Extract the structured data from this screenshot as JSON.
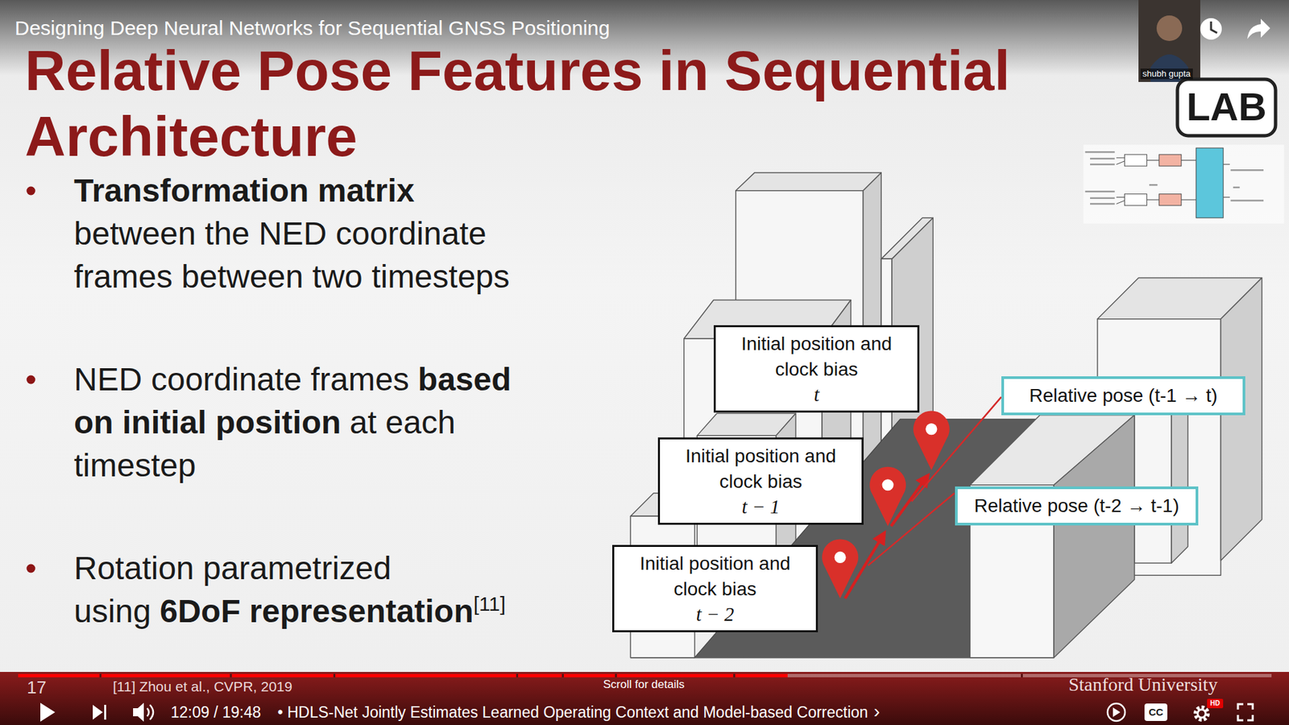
{
  "diagram": {
    "title": "Relative Pose Features in Sequential Architecture",
    "nodes": [
      {
        "text": [
          "Initial position and clock bias",
          "t"
        ]
      },
      {
        "text": [
          "Initial position and clock bias",
          "t − 1"
        ]
      },
      {
        "text": [
          "Initial position and clock bias",
          "t − 2"
        ]
      },
      {
        "text": [
          "Relative pose (t-1 → t)"
        ]
      },
      {
        "text": [
          "Relative pose (t-2 → t-1)"
        ]
      }
    ],
    "labels": [
      "Designing Deep Neural Networks for Sequential GNSS Positioning",
      "Transformation matrix",
      "between the NED coordinate frames between two timesteps",
      "NED coordinate frames",
      "based on initial position",
      "at each timestep",
      "Rotation parametrized using",
      "6DoF representation",
      "[11]",
      "shubh gupta",
      "LAB",
      "17",
      "[11] Zhou et al., CVPR, 2019",
      "Stanford University",
      "Scroll for details",
      "12:09 / 19:48",
      "• HDLS-Net Jointly Estimates Learned Operating Context and Model-based Correction",
      "›",
      "CC",
      "HD"
    ]
  }
}
